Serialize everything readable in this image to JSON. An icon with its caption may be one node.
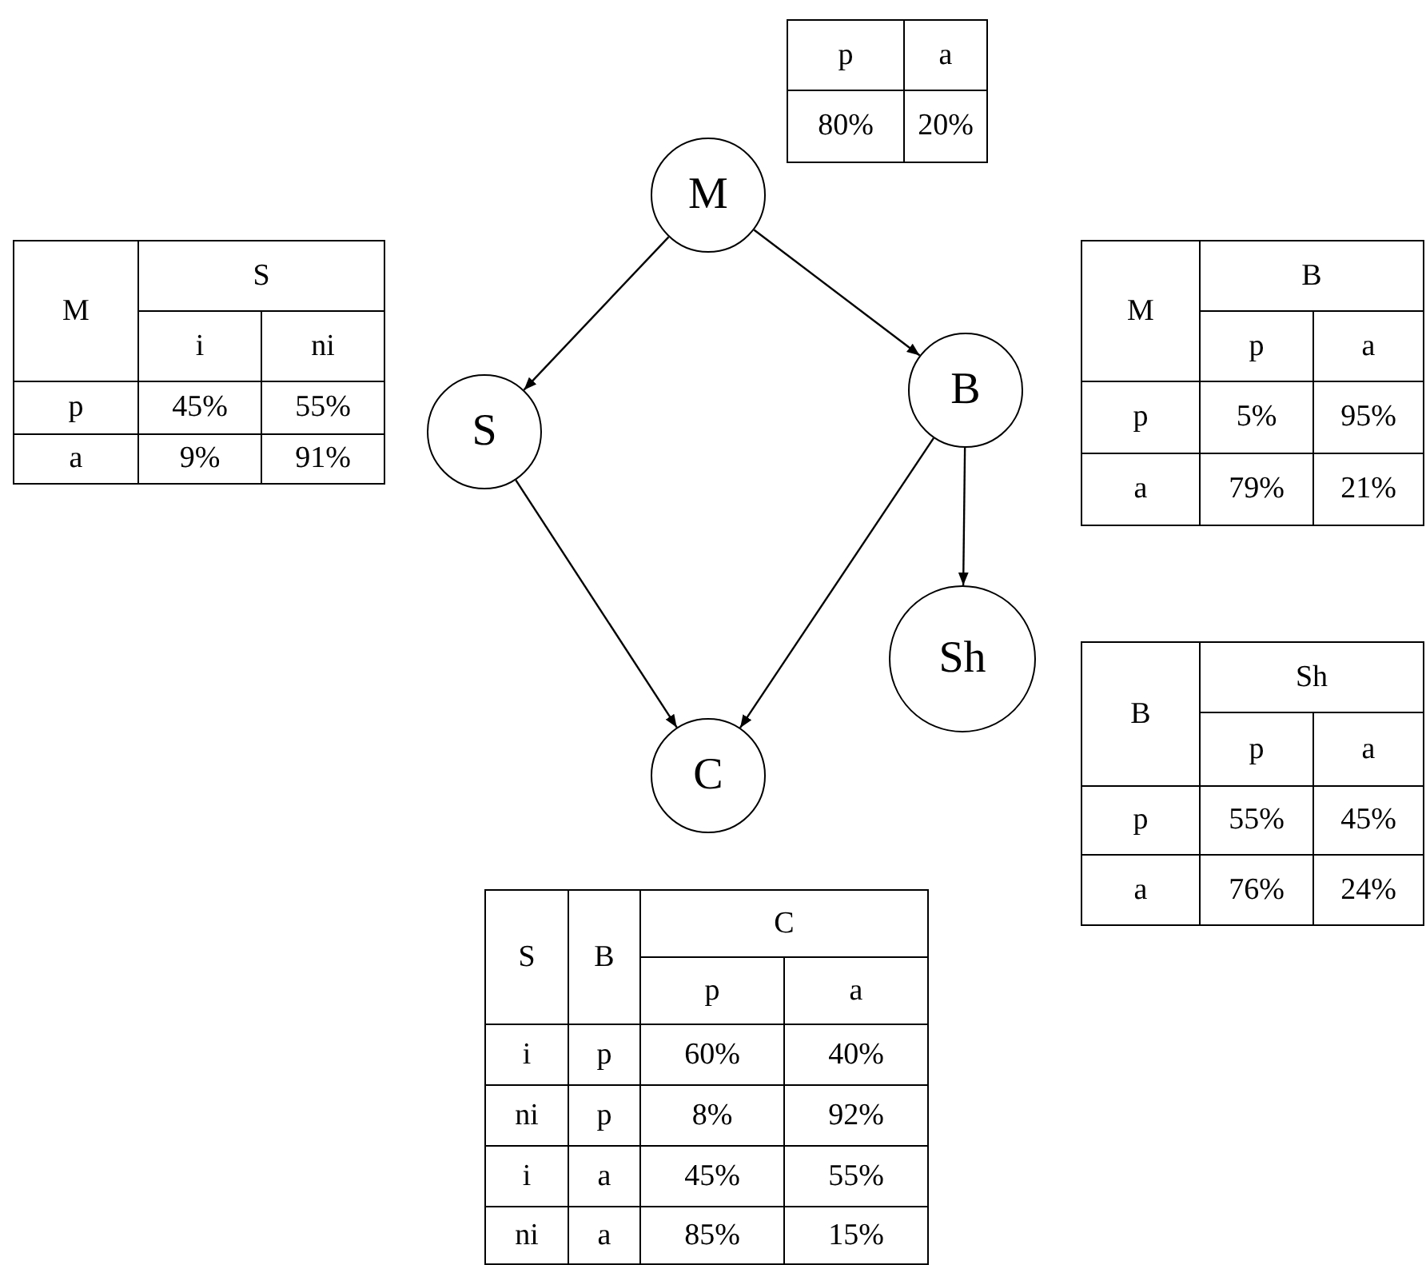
{
  "diagram": {
    "nodes": [
      {
        "text": [
          "M"
        ]
      },
      {
        "text": [
          "S"
        ]
      },
      {
        "text": [
          "B"
        ]
      },
      {
        "text": [
          "Sh"
        ]
      },
      {
        "text": [
          "C"
        ]
      }
    ],
    "edges": [
      {
        "from": 0,
        "to": 1,
        "arrow": "to"
      },
      {
        "from": 0,
        "to": 2,
        "arrow": "to"
      },
      {
        "from": 1,
        "to": 4,
        "arrow": "to"
      },
      {
        "from": 2,
        "to": 4,
        "arrow": "to"
      },
      {
        "from": 2,
        "to": 3,
        "arrow": "to"
      }
    ],
    "labels": [
      "p",
      "a",
      "80%",
      "20%",
      "M",
      "S",
      "i",
      "ni",
      "p",
      "45%",
      "55%",
      "a",
      "9%",
      "91%",
      "M",
      "B",
      "p",
      "a",
      "p",
      "5%",
      "95%",
      "a",
      "79%",
      "21%",
      "B",
      "Sh",
      "p",
      "a",
      "p",
      "55%",
      "45%",
      "a",
      "76%",
      "24%",
      "S",
      "B",
      "C",
      "p",
      "a",
      "i",
      "p",
      "60%",
      "40%",
      "ni",
      "p",
      "8%",
      "92%",
      "i",
      "a",
      "45%",
      "55%",
      "ni",
      "a",
      "85%",
      "15%"
    ]
  }
}
